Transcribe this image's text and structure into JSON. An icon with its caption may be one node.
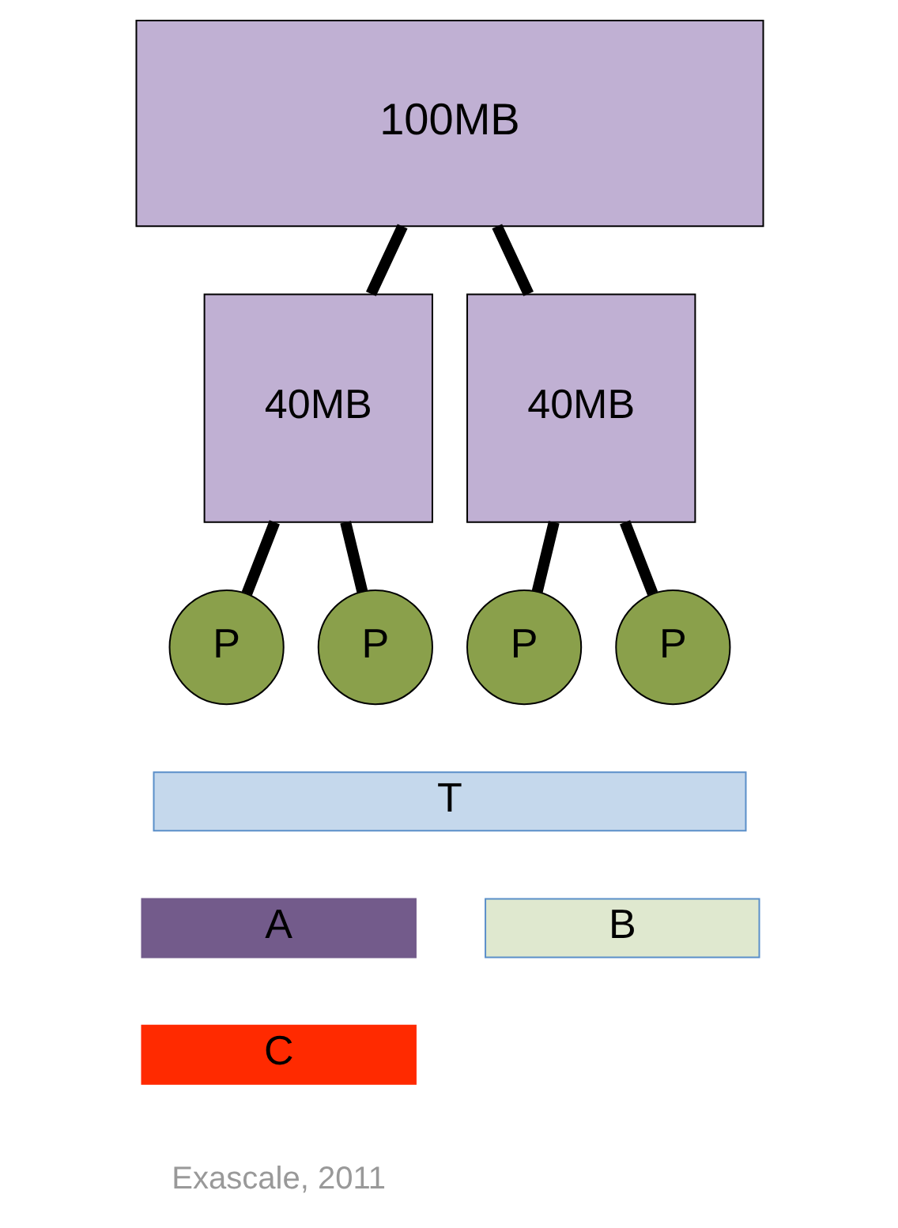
{
  "diagram": {
    "nodes": [
      {
        "text": [
          "100MB"
        ]
      },
      {
        "text": [
          "40MB"
        ]
      },
      {
        "text": [
          "40MB"
        ]
      },
      {
        "text": [
          "P"
        ]
      },
      {
        "text": [
          "P"
        ]
      },
      {
        "text": [
          "P"
        ]
      },
      {
        "text": [
          "P"
        ]
      },
      {
        "text": [
          "T"
        ]
      },
      {
        "text": [
          "A"
        ]
      },
      {
        "text": [
          "B"
        ]
      },
      {
        "text": [
          "C"
        ]
      }
    ],
    "edges": [
      {
        "from": 0,
        "to": 1,
        "arrow": "none"
      },
      {
        "from": 0,
        "to": 2,
        "arrow": "none"
      },
      {
        "from": 1,
        "to": 3,
        "arrow": "none"
      },
      {
        "from": 1,
        "to": 4,
        "arrow": "none"
      },
      {
        "from": 2,
        "to": 5,
        "arrow": "none"
      },
      {
        "from": 2,
        "to": 6,
        "arrow": "none"
      }
    ],
    "labels": [
      "Exascale, 2011"
    ]
  }
}
